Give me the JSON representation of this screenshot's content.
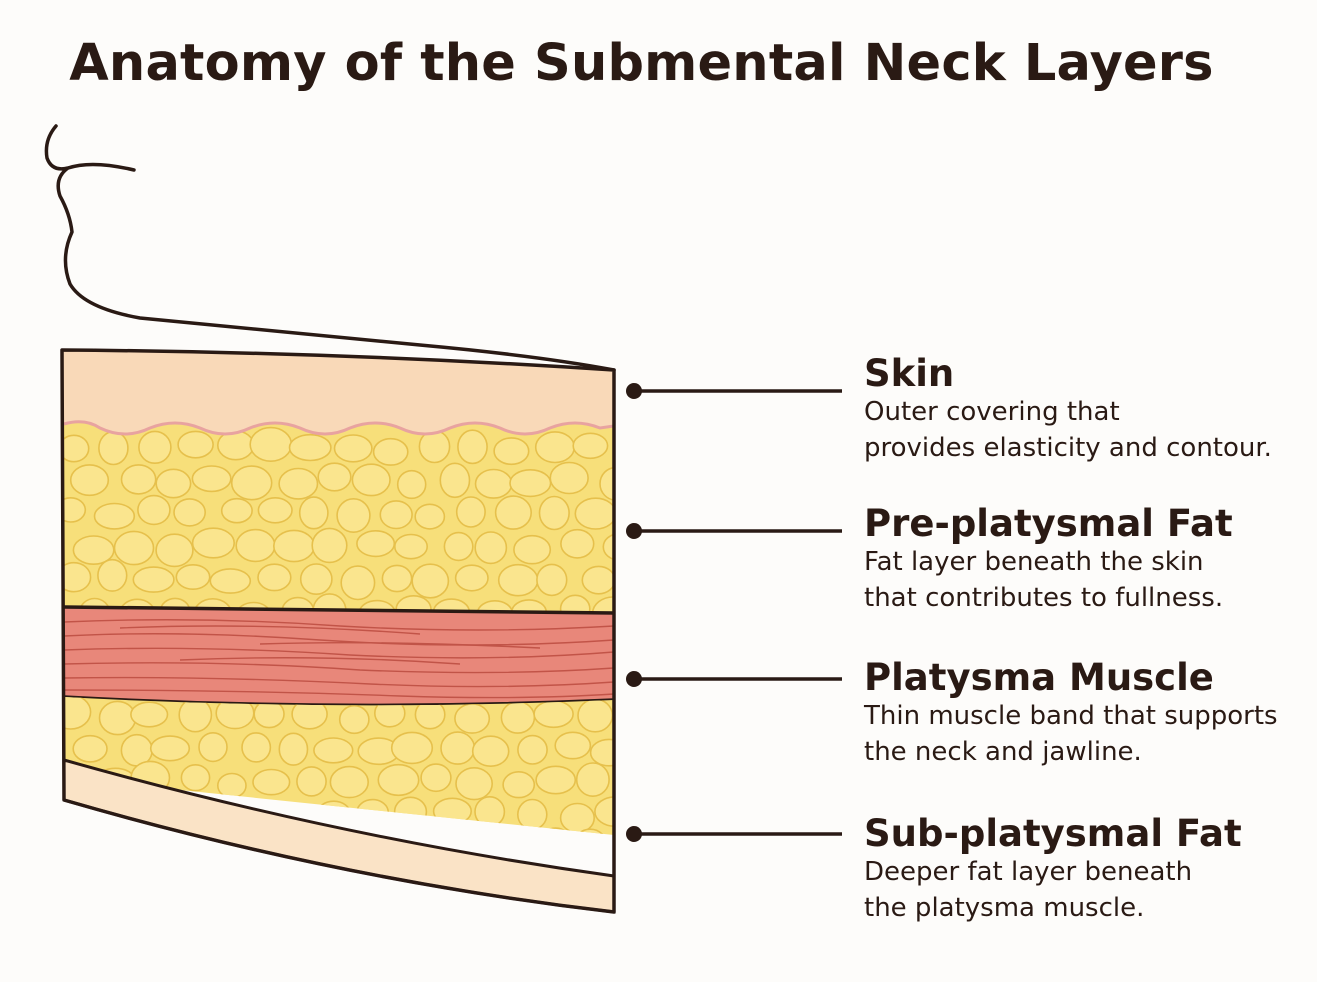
{
  "title": "Anatomy of the Submental Neck Layers",
  "colors": {
    "skin": "#f9d9b8",
    "skin_line": "#e8a3a0",
    "fat": "#f7df7a",
    "fat_lobule": "#fae58e",
    "fat_outline": "#e6c04c",
    "muscle": "#e8877a",
    "muscle_fiber": "#b8483c",
    "outline": "#2a1a14",
    "deep_band": "#fae3c6"
  },
  "layers": [
    {
      "name": "Skin",
      "description_lines": [
        "Outer covering that",
        "provides elasticity and contour."
      ]
    },
    {
      "name": "Pre-platysmal Fat",
      "description_lines": [
        "Fat layer beneath the skin",
        "that contributes to fullness."
      ]
    },
    {
      "name": "Platysma Muscle",
      "description_lines": [
        "Thin muscle band that supports",
        "the neck and jawline."
      ]
    },
    {
      "name": "Sub-platysmal Fat",
      "description_lines": [
        "Deeper fat layer beneath",
        "the platysma muscle."
      ]
    }
  ]
}
